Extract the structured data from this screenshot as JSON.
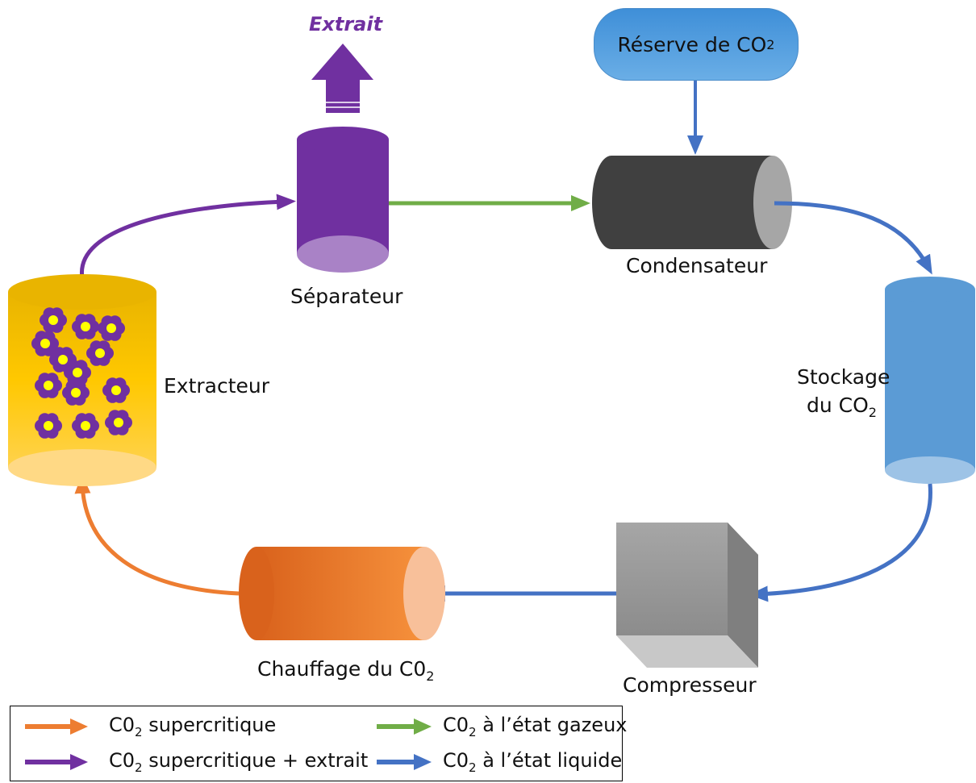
{
  "title_extrait": "Extrait",
  "reserve": {
    "label": "Réserve de CO",
    "sub": "2"
  },
  "components": {
    "separateur": "Séparateur",
    "condensateur": "Condensateur",
    "stockage_line1": "Stockage",
    "stockage_line2": "du CO",
    "stockage_sub": "2",
    "compresseur": "Compresseur",
    "chauffage": "Chauffage du C0",
    "chauffage_sub": "2",
    "extracteur": "Extracteur"
  },
  "legend": [
    {
      "prefix": "C0",
      "sub": "2",
      "text": " supercritique",
      "color": "#ed7d31"
    },
    {
      "prefix": "C0",
      "sub": "2",
      "text": " supercritique + extrait",
      "color": "#7030a0"
    },
    {
      "prefix": "C0",
      "sub": "2",
      "text": " à l’état gazeux",
      "color": "#70ad47"
    },
    {
      "prefix": "C0",
      "sub": "2",
      "text": " à l’état liquide",
      "color": "#4472c4"
    }
  ],
  "colors": {
    "purple": "#7030a0",
    "green": "#70ad47",
    "blue": "#4472c4",
    "orange": "#ed7d31",
    "gold": "#f5bc00",
    "dark_gray": "#404040",
    "storage_blue": "#5b9bd5"
  }
}
